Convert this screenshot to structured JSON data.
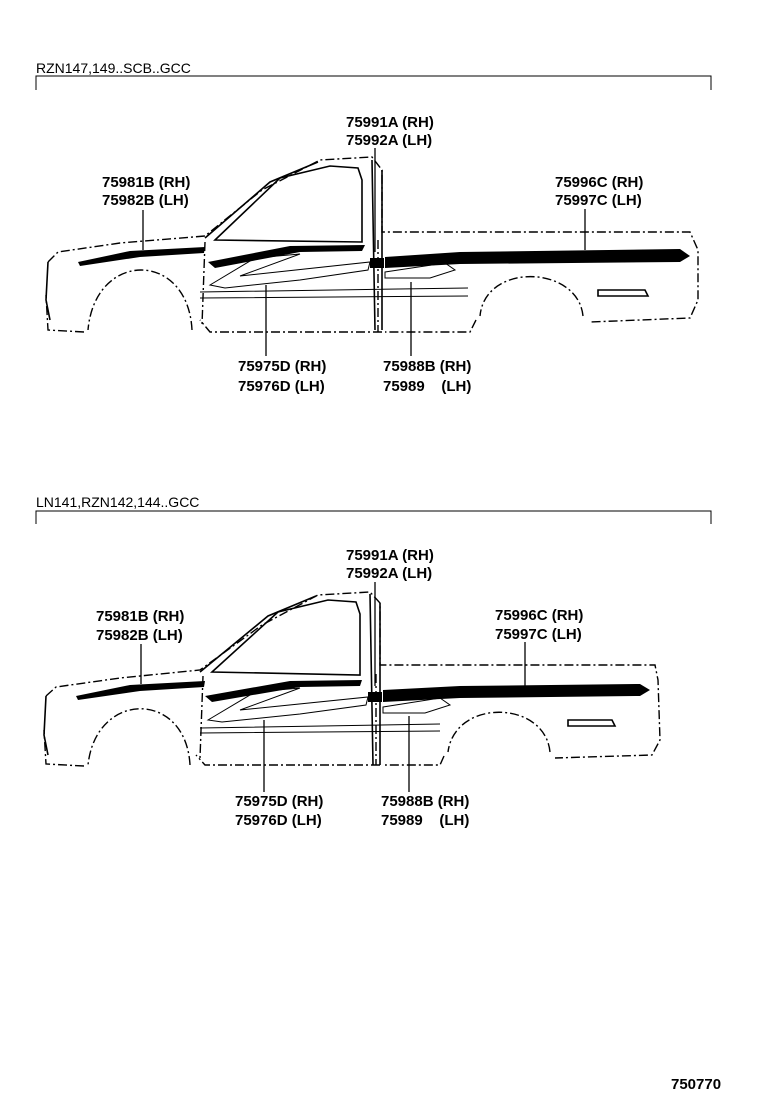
{
  "sections": [
    {
      "title": "RZN147,149..SCB..GCC",
      "callouts": [
        {
          "line1": "75991A (RH)",
          "line2": "75992A (LH)"
        },
        {
          "line1": "75981B (RH)",
          "line2": "75982B (LH)"
        },
        {
          "line1": "75996C (RH)",
          "line2": "75997C (LH)"
        },
        {
          "line1": "75975D (RH)",
          "line2": "75976D (LH)"
        },
        {
          "line1": "75988B (RH)",
          "line2": "75989    (LH)"
        }
      ]
    },
    {
      "title": "LN141,RZN142,144..GCC",
      "callouts": [
        {
          "line1": "75991A (RH)",
          "line2": "75992A (LH)"
        },
        {
          "line1": "75981B (RH)",
          "line2": "75982B (LH)"
        },
        {
          "line1": "75996C (RH)",
          "line2": "75997C (LH)"
        },
        {
          "line1": "75975D (RH)",
          "line2": "75976D (LH)"
        },
        {
          "line1": "75988B (RH)",
          "line2": "75989    (LH)"
        }
      ]
    }
  ],
  "drawing_id": "750770"
}
